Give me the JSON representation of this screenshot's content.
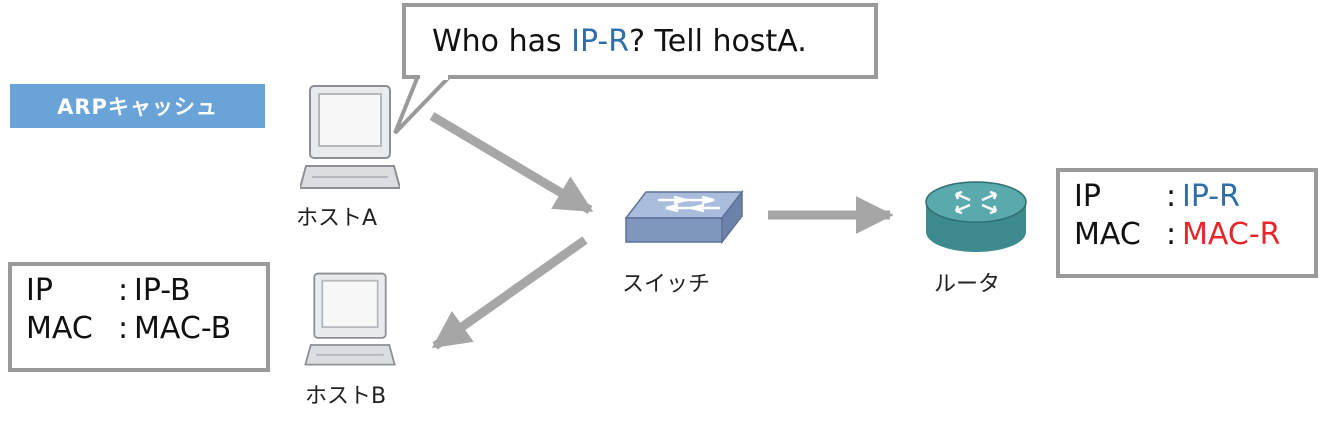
{
  "arp_cache_label": "ARPキャッシュ",
  "request_bubble": {
    "prefix": "Who has ",
    "target_ip": "IP-R",
    "suffix": "? Tell hostA."
  },
  "nodes": {
    "host_a": {
      "label": "ホストA",
      "icon": "desktop-pc-icon"
    },
    "host_b": {
      "label": "ホストB",
      "icon": "desktop-pc-icon"
    },
    "switch": {
      "label": "スイッチ",
      "icon": "network-switch-icon"
    },
    "router": {
      "label": "ルータ",
      "icon": "router-icon"
    }
  },
  "host_b_info": {
    "ip_key": "IP",
    "ip_value": "IP-B",
    "mac_key": "MAC",
    "mac_value": "MAC-B"
  },
  "router_info": {
    "ip_key": "IP",
    "ip_value": "IP-R",
    "mac_key": "MAC",
    "mac_value": "MAC-R"
  },
  "colors": {
    "arrow": "#a6a6a6",
    "box_border": "#9a9a9a",
    "cache_badge": "#6aa3d8",
    "highlight_blue": "#2f6eab",
    "highlight_red": "#e8262a",
    "switch_body": "#7f97bf",
    "router_body": "#3c8a8e"
  }
}
